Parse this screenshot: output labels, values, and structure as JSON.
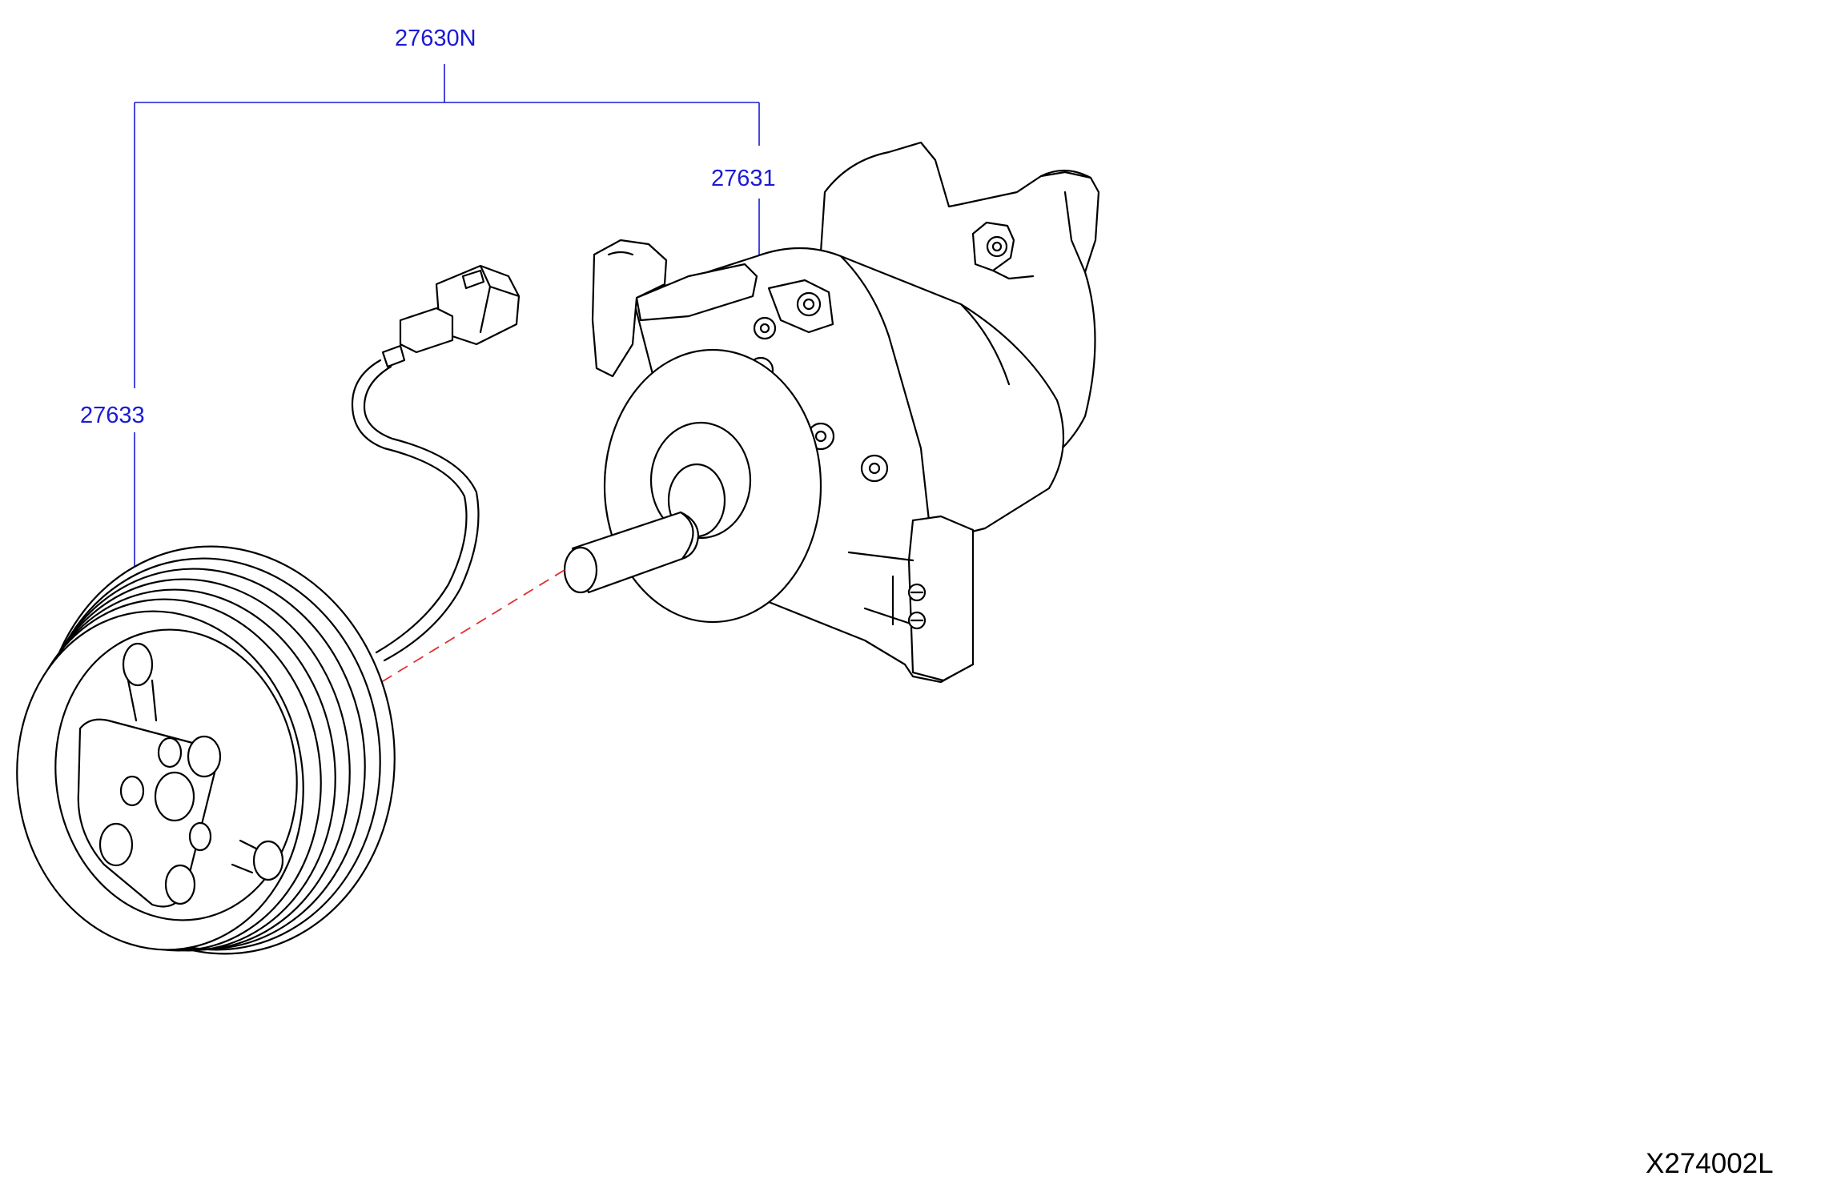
{
  "callouts": {
    "assembly": "27630N",
    "compressor": "27631",
    "clutch": "27633"
  },
  "figure_code": "X274002L",
  "colors": {
    "callout_text": "#1a1ad6",
    "leader_line": "#1a1ad6",
    "centerline": "#e03030",
    "drawing": "#000000"
  }
}
